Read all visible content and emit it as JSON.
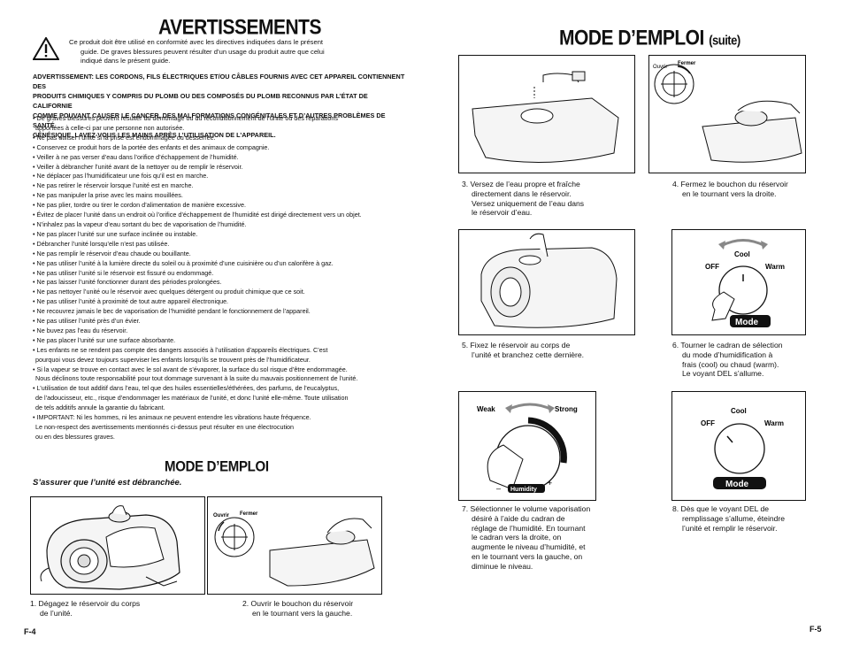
{
  "left": {
    "title": "AVERTISSEMENTS",
    "intro": [
      "Ce produit doit être utilisé en conformité avec les directives indiquées dans le présent",
      "guide. De graves blessures peuvent résulter d’un usage du produit autre que celui",
      "indiqué dans le présent guide."
    ],
    "caps": [
      "ADVERTISSEMENT: LES CORDONS, FILS ÉLECTRIQUES ET/OU CÂBLES FOURNIS AVEC CET APPAREIL CONTIENNENT DES",
      "PRODUITS CHIMIQUES Y COMPRIS DU PLOMB OU DES COMPOSÉS DU PLOMB RECONNUS PAR L’ÉTAT DE CALIFORNIE",
      "COMME POUVANT CAUSER LE CANCER, DES MALFORMATIONS CONGÉNITALES ET D’AUTRES PROBLÈMES DE SANTÉ",
      "GÉNÉSIQUE. LAVEZ-VOUS LES MAINS APRÈS L’UTILISATION DE L’APPAREIL."
    ],
    "bullets": [
      [
        "• De graves blessures peuvent résulter du démontage ou du reconditionnement de l’unité ou des réparations",
        "apportées à celle-ci par une personne non autorisée."
      ],
      [
        "• Ne pas utiliser l’unité si la prise est endommagée ou desserrée."
      ],
      [
        "• Conservez ce produit hors de la portée des enfants et des animaux de compagnie."
      ],
      [
        "• Veiller à ne pas verser d’eau dans l’orifice d’échappement de l’humidité."
      ],
      [
        "• Veiller à débrancher l’unité avant de la nettoyer ou de remplir le réservoir."
      ],
      [
        "• Ne déplacer pas l’humidificateur une fois qu’il est en marche."
      ],
      [
        "• Ne pas retirer le réservoir lorsque l’unité est en marche."
      ],
      [
        "• Ne pas manipuler la prise avec les mains mouillées."
      ],
      [
        "• Ne pas plier, tordre ou tirer le cordon d’alimentation de manière excessive."
      ],
      [
        "• Évitez de placer l’unité dans un endroit où l’orifice d’échappement de l’humidité est dirigé directement vers un objet."
      ],
      [
        "• N’inhalez pas la vapeur d’eau sortant du bec de vaporisation de l’humidité."
      ],
      [
        "• Ne pas placer l’unité sur une surface inclinée ou instable."
      ],
      [
        "• Débrancher l’unité lorsqu’elle n’est pas utilisée."
      ],
      [
        "• Ne pas remplir le réservoir d’eau chaude ou bouillante."
      ],
      [
        "• Ne pas utiliser l’unité à la lumière directe du soleil ou à proximité d’une cuisinière ou d’un calorifère à gaz."
      ],
      [
        "• Ne pas utiliser l’unité si le réservoir est fissuré ou endommagé."
      ],
      [
        "• Ne pas laisser l’unité fonctionner durant des périodes prolongées."
      ],
      [
        "• Ne pas nettoyer l’unité ou le réservoir avec quelques détergent ou produit chimique que ce soit."
      ],
      [
        "• Ne pas utiliser l’unité à proximité de tout autre appareil électronique."
      ],
      [
        "• Ne recouvrez jamais le bec de vaporisation de l’humidité pendant le fonctionnement de l’appareil."
      ],
      [
        "• Ne pas utiliser l’unité près d’un évier."
      ],
      [
        "• Ne buvez pas l’eau du réservoir."
      ],
      [
        "• Ne pas placer l’unité sur une surface absorbante."
      ],
      [
        "• Les enfants ne se rendent pas compte des dangers associés à l’utilisation d’appareils électriques. C’est",
        "pourquoi vous devez toujours superviser les enfants lorsqu’ils se trouvent près de l’humidificateur."
      ],
      [
        "• Si la vapeur se trouve en contact avec le sol avant de s’évaporer, la surface du sol risque d’être endommagée.",
        "Nous déclinons toute responsabilité pour tout dommage survenant à la suite du mauvais positionnement de l’unité."
      ],
      [
        "• L’utilisation de tout additif dans l’eau, tel que des huiles essentielles/éthérées, des parfums, de l’eucalyptus,",
        "de l’adoucisseur, etc., risque d’endommager les matériaux de l’unité, et donc l’unité elle-même. Toute utilisation",
        "de tels additifs annule la garantie du fabricant."
      ],
      [
        "• IMPORTANT: Ni les hommes, ni les animaux ne peuvent entendre les vibrations haute fréquence.",
        "Le non-respect des avertissements mentionnés ci-dessus peut résulter en une électrocution",
        "ou en des blessures graves."
      ]
    ],
    "mode_title": "MODE D’EMPLOI",
    "subhead": "S’assurer que l’unité est débranchée.",
    "step1": [
      "1. Dégagez le réservoir du corps",
      "de l’unité."
    ],
    "step2": [
      "2. Ouvrir le bouchon du réservoir",
      "en le tournant vers la gauche."
    ],
    "page": "F-4"
  },
  "right": {
    "title": "MODE D’EMPLOI",
    "title_suffix": "(suite)",
    "step3": [
      "3. Versez de l’eau propre et fraîche",
      "directement dans le réservoir.",
      "Versez uniquement de l’eau dans",
      "le réservoir d’eau."
    ],
    "step4": [
      "4. Fermez le bouchon du réservoir",
      "en le tournant vers la droite."
    ],
    "step5": [
      "5. Fixez le réservoir au corps de",
      "l’unité et branchez cette dernière."
    ],
    "step6": [
      "6. Tourner le cadran de sélection",
      "du mode d’humidification à",
      "frais (cool) ou chaud (warm).",
      "Le voyant DEL s’allume."
    ],
    "step7": [
      "7. Sélectionner le volume vaporisation",
      "désiré à l’aide du cadran de",
      "réglage de l’humidité. En tournant",
      "le cadran vers la droite, on",
      "augmente le niveau d’humidité, et",
      "en le tournant vers la gauche, on",
      "diminue le niveau."
    ],
    "step8": [
      "8. Dès que le voyant DEL de",
      "remplissage s’allume, éteindre",
      "l’unité et remplir le réservoir."
    ],
    "page": "F-5"
  },
  "labels": {
    "ouvrir": "Ouvrir",
    "fermer": "Fermer",
    "cool": "Cool",
    "off": "OFF",
    "warm": "Warm",
    "mode": "Mode",
    "weak": "Weak",
    "strong": "Strong",
    "humidity": "Humidity",
    "minus": "–",
    "plus": "+"
  }
}
